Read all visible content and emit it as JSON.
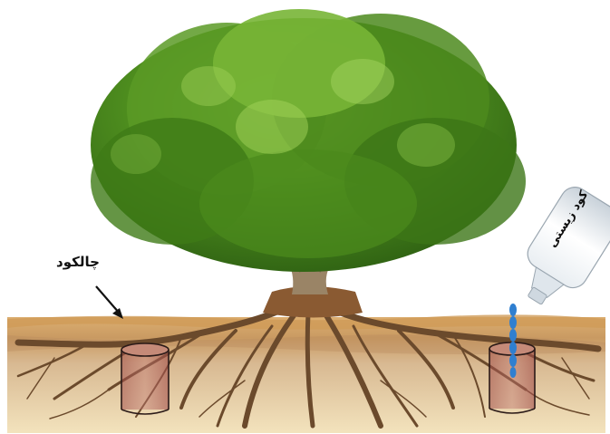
{
  "labels": {
    "pit": "چالکود",
    "fertilizer_bottle": "کود زیستی"
  },
  "icons": {
    "tree": "tree-illustration",
    "arrow": "arrow-icon",
    "bottle": "fertilizer-bottle-icon",
    "drops": "water-drop-icon"
  },
  "colors": {
    "soil_top": "#d9ab6c",
    "soil_deep": "#f1e0b8",
    "roots": "#6b4a2c",
    "foliage": "#4f8f1f",
    "pit_fill": "#b45a56",
    "drops": "#2f7fd0"
  }
}
